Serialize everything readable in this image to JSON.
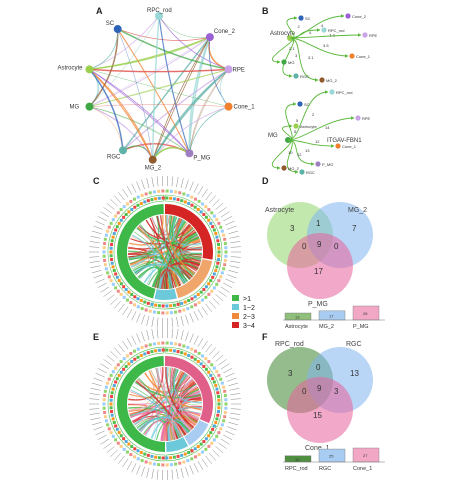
{
  "panels": {
    "a": "A",
    "b": "B",
    "c": "C",
    "d": "D",
    "e": "E",
    "f": "F"
  },
  "network_a": {
    "nodes": [
      {
        "label": "RPC_rod",
        "color": "#9ad7d6"
      },
      {
        "label": "Cone_2",
        "color": "#9b5fd6"
      },
      {
        "label": "RPE",
        "color": "#c9a3e6"
      },
      {
        "label": "Cone_1",
        "color": "#f07f2e"
      },
      {
        "label": "P_MG",
        "color": "#9e7fbf"
      },
      {
        "label": "MG_2",
        "color": "#8f5a2e"
      },
      {
        "label": "RGC",
        "color": "#5fb2a8"
      },
      {
        "label": "MG",
        "color": "#3fa845"
      },
      {
        "label": "Astrocyte",
        "color": "#9ccf4d"
      },
      {
        "label": "SC",
        "color": "#2e63b8"
      }
    ]
  },
  "panel_b": {
    "top": {
      "source": "Astrocyte",
      "targets": [
        "SC",
        "Cone_2",
        "RPC_rod",
        "RPE",
        "Cone_1",
        "MG_2",
        "RGC",
        "MG"
      ],
      "edge_labels": [
        "2",
        "4",
        "4",
        "1.1",
        "3.5",
        "3.1",
        "3",
        "2.1"
      ]
    },
    "bottom": {
      "source": "MG",
      "targets": [
        "RPC_rod",
        "SC",
        "Astrocyte",
        "RPE",
        "Cone_1",
        "P_MG",
        "RGC",
        "MG_2"
      ],
      "edge_labels": [
        "2",
        "5",
        "5",
        "14",
        "12",
        "13",
        "12",
        "10"
      ],
      "callout": "ITGAV-FBN1"
    }
  },
  "legend": {
    "items": [
      {
        "label": ">1",
        "color": "#3fb84a"
      },
      {
        "label": "1~2",
        "color": "#6cc9d9"
      },
      {
        "label": "2~3",
        "color": "#f08a3a"
      },
      {
        "label": "3~4",
        "color": "#d42424"
      }
    ]
  },
  "venn_d": {
    "sets": [
      {
        "name": "Astrocyte",
        "color": "#8fd66a"
      },
      {
        "name": "MG_2",
        "color": "#7fb5f0"
      },
      {
        "name": "P_MG",
        "color": "#e8609a"
      }
    ],
    "regions": {
      "a": "3",
      "b": "7",
      "c": "17",
      "ab": "1",
      "ac": "0",
      "bc": "0",
      "abc": "9"
    },
    "bars": [
      {
        "label": "Astrocyte",
        "value": "13",
        "color": "#8fbf7a"
      },
      {
        "label": "MG_2",
        "value": "17",
        "color": "#a9cdf2"
      },
      {
        "label": "P_MG",
        "value": "26",
        "color": "#f2a7c5"
      }
    ]
  },
  "venn_f": {
    "sets": [
      {
        "name": "RPC_rod",
        "color": "#4f8f3f"
      },
      {
        "name": "RGC",
        "color": "#7fb5f0"
      },
      {
        "name": "Cone_1",
        "color": "#e8609a"
      }
    ],
    "regions": {
      "a": "3",
      "b": "13",
      "c": "15",
      "ab": "0",
      "ac": "0",
      "bc": "3",
      "abc": "9"
    },
    "bars": [
      {
        "label": "RPC_rod",
        "value": "12",
        "color": "#4f8f3f"
      },
      {
        "label": "RGC",
        "value": "25",
        "color": "#a9cdf2"
      },
      {
        "label": "Cone_1",
        "value": "27",
        "color": "#f2a7c5"
      }
    ]
  }
}
